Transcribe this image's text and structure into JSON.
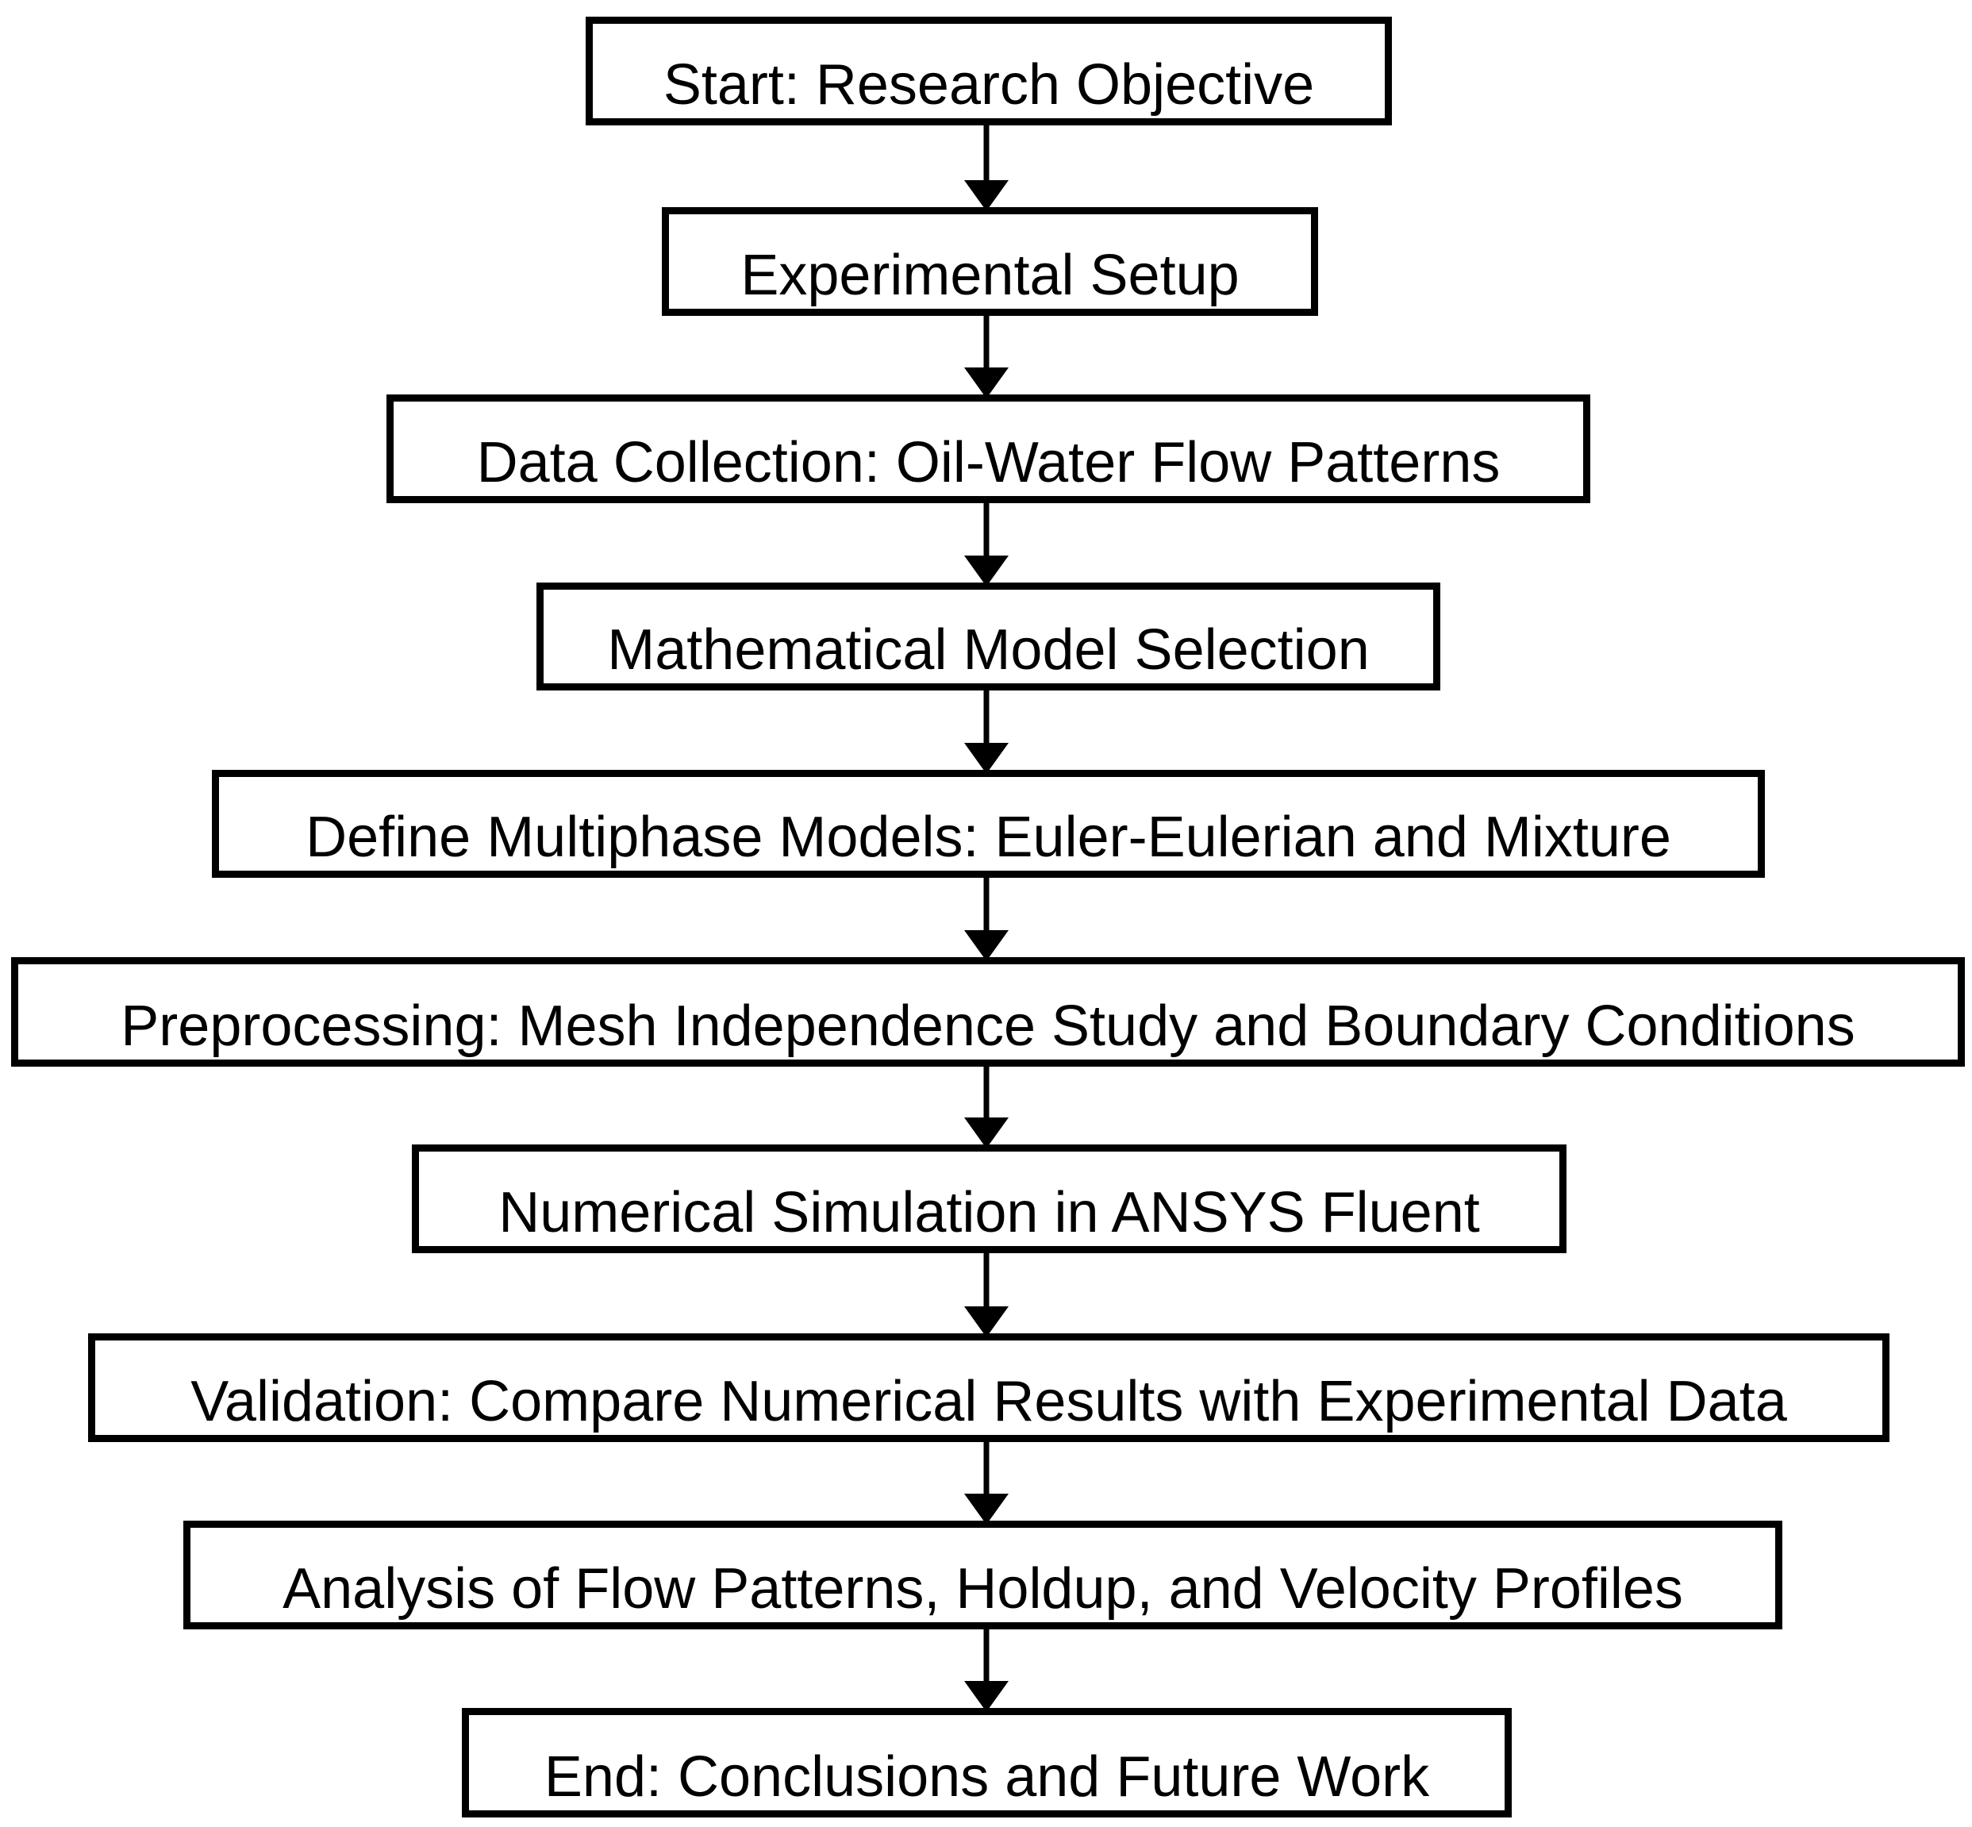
{
  "flowchart": {
    "steps": [
      {
        "label": "Start: Research Objective"
      },
      {
        "label": "Experimental Setup"
      },
      {
        "label": "Data Collection: Oil-Water Flow Patterns"
      },
      {
        "label": "Mathematical Model Selection"
      },
      {
        "label": "Define Multiphase Models: Euler-Eulerian and Mixture"
      },
      {
        "label": "Preprocessing: Mesh Independence Study and Boundary Conditions"
      },
      {
        "label": "Numerical Simulation in ANSYS Fluent"
      },
      {
        "label": "Validation: Compare Numerical Results with Experimental Data"
      },
      {
        "label": "Analysis of Flow Patterns, Holdup, and Velocity Profiles"
      },
      {
        "label": "End: Conclusions and Future Work"
      }
    ],
    "colors": {
      "stroke": "#000000",
      "background": "#ffffff",
      "text": "#000000"
    }
  }
}
